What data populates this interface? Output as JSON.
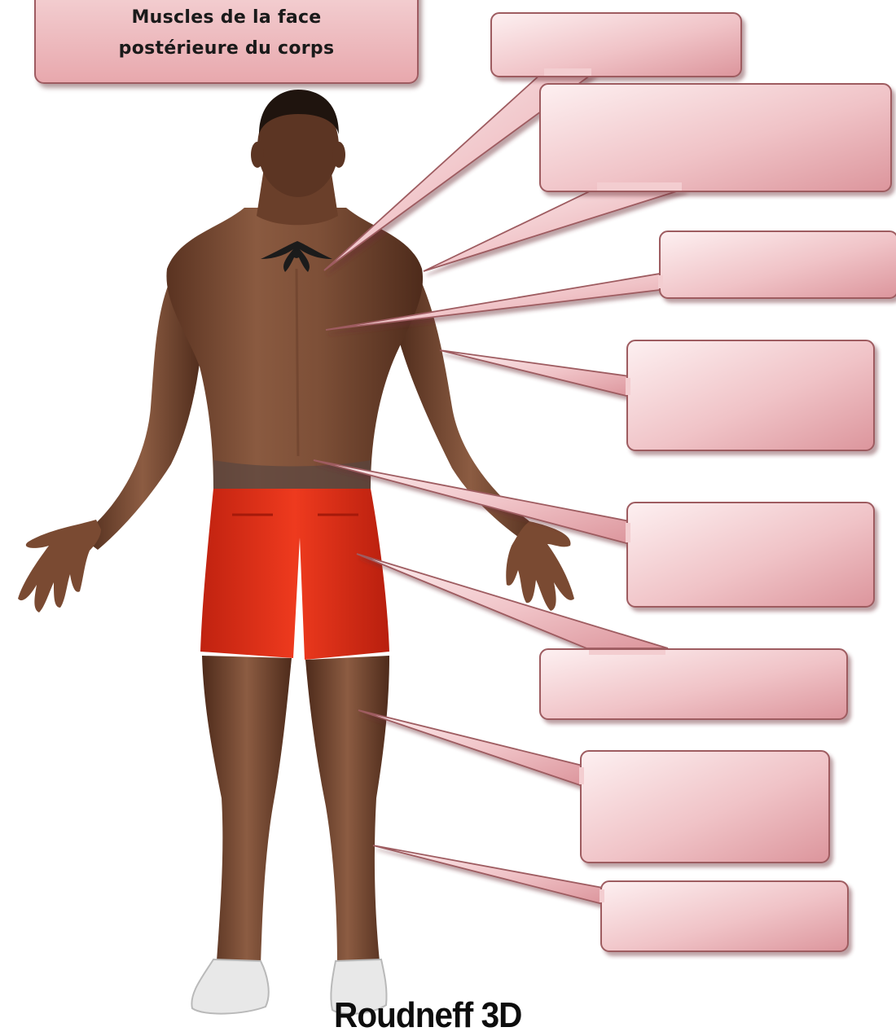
{
  "title": {
    "line1": "Muscles de la face",
    "line2": "postérieure du corps"
  },
  "watermark": "Roudneff 3D",
  "label_boxes_count_note": "",
  "colors": {
    "box_fill_light": "#fbe8ea",
    "box_fill_dark": "#e3a2a8",
    "box_border": "#9e5b61",
    "shorts": "#e2331a",
    "skin": "#7a4a32"
  },
  "label_boxes": [
    {
      "id": "box-1",
      "text": ""
    },
    {
      "id": "box-2",
      "text": ""
    },
    {
      "id": "box-3",
      "text": ""
    },
    {
      "id": "box-4",
      "text": ""
    },
    {
      "id": "box-5",
      "text": ""
    },
    {
      "id": "box-6",
      "text": ""
    },
    {
      "id": "box-7",
      "text": ""
    },
    {
      "id": "box-8",
      "text": ""
    }
  ]
}
